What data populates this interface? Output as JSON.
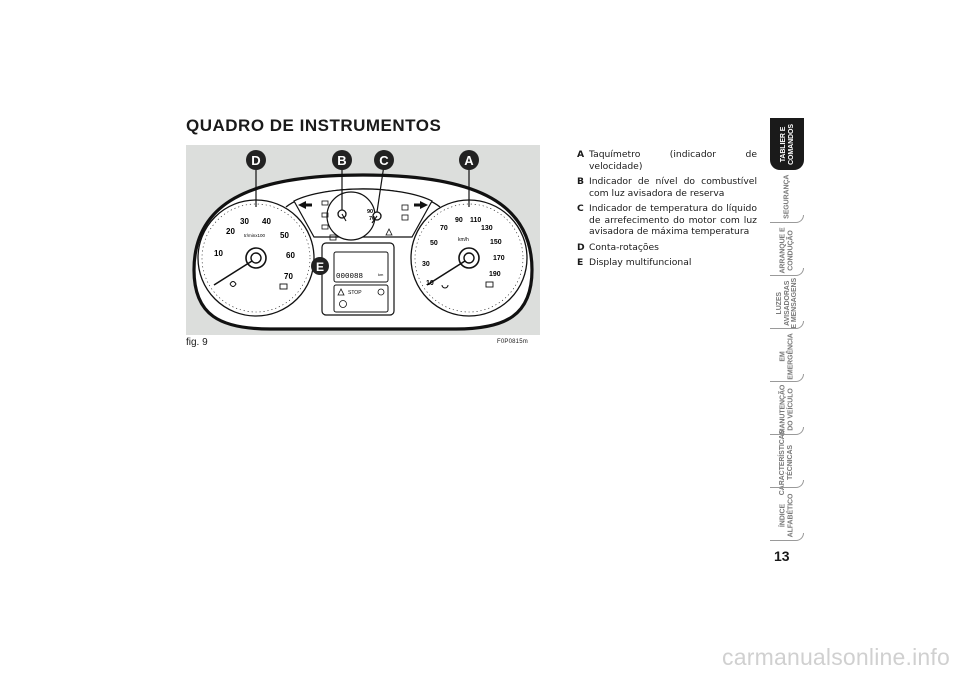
{
  "title": "QUADRO DE INSTRUMENTOS",
  "figure": {
    "caption": "fig. 9",
    "code": "F0P0815m",
    "callouts": [
      "D",
      "B",
      "C",
      "A",
      "E"
    ],
    "tacho_unit": "tr/minx100",
    "tacho_ticks": [
      "10",
      "20",
      "30",
      "40",
      "50",
      "60",
      "70"
    ],
    "speedo_unit": "km/h",
    "speedo_ticks": [
      "10",
      "30",
      "50",
      "70",
      "90",
      "110",
      "130",
      "150",
      "170",
      "190"
    ],
    "temp_ticks": [
      "90",
      "70"
    ],
    "display_odometer": "000088",
    "display_km": "km",
    "stop_label": "STOP"
  },
  "legend": [
    {
      "key": "A",
      "text": "Taquímetro (indicador de velocidade)"
    },
    {
      "key": "B",
      "text": "Indicador de nível do combustível com luz avisadora de reserva"
    },
    {
      "key": "C",
      "text": "Indicador de temperatura do líquido de arrefecimento do motor com luz avisadora de máxima temperatura"
    },
    {
      "key": "D",
      "text": "Conta-rotações"
    },
    {
      "key": "E",
      "text": "Display multifuncional"
    }
  ],
  "sidebar": [
    {
      "label": "TABLIER E\nCOMANDOS",
      "active": true
    },
    {
      "label": "SEGURANÇA",
      "active": false
    },
    {
      "label": "ARRANQUE E\nCONDUÇÃO",
      "active": false
    },
    {
      "label": "LUZES\nAVISADORAS\nE MENSAGENS",
      "active": false
    },
    {
      "label": "EM\nEMERGÊNCIA",
      "active": false
    },
    {
      "label": "MANUTENÇÃO\nDO VEÍCULO",
      "active": false
    },
    {
      "label": "CARACTERÍSTICAS\nTÉCNICAS",
      "active": false
    },
    {
      "label": "ÍNDICE\nALFABÉTICO",
      "active": false
    }
  ],
  "page_number": "13",
  "watermark": "carmanualsonline.info"
}
